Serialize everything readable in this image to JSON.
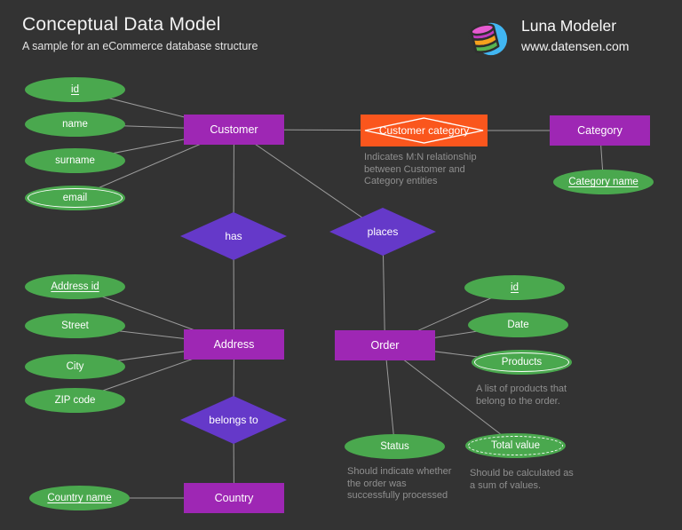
{
  "header": {
    "title": "Conceptual Data Model",
    "subtitle": "A sample for an eCommerce database structure",
    "brand": {
      "name": "Luna Modeler",
      "url": "www.datensen.com",
      "logo_icon": "luna-database-logo"
    }
  },
  "colors": {
    "background": "#333333",
    "entity": "#9e27b4",
    "relationship": "#6539c9",
    "associative": "#fa561d",
    "attribute": "#4aa84e",
    "connector": "#9c9c9c",
    "note_text": "#8f8f8f"
  },
  "diagram": {
    "entities": [
      {
        "id": "customer",
        "label": "Customer"
      },
      {
        "id": "category",
        "label": "Category"
      },
      {
        "id": "address",
        "label": "Address"
      },
      {
        "id": "order",
        "label": "Order"
      },
      {
        "id": "country",
        "label": "Country"
      }
    ],
    "relationships": [
      {
        "id": "rel-has",
        "label": "has"
      },
      {
        "id": "rel-places",
        "label": "places"
      },
      {
        "id": "rel-belongs-to",
        "label": "belongs to"
      }
    ],
    "associative_entity": {
      "id": "customer-category",
      "label": "Customer category"
    },
    "attributes": [
      {
        "id": "cust-id",
        "label": "id",
        "key": true
      },
      {
        "id": "cust-name",
        "label": "name"
      },
      {
        "id": "cust-surname",
        "label": "surname"
      },
      {
        "id": "cust-email",
        "label": "email",
        "style": "double-outline"
      },
      {
        "id": "category-name",
        "label": "Category name",
        "key": true
      },
      {
        "id": "address-id",
        "label": "Address id",
        "key": true
      },
      {
        "id": "street",
        "label": "Street"
      },
      {
        "id": "city",
        "label": "City"
      },
      {
        "id": "zip-code",
        "label": "ZIP code"
      },
      {
        "id": "order-id",
        "label": "id",
        "key": true
      },
      {
        "id": "order-date",
        "label": "Date"
      },
      {
        "id": "order-products",
        "label": "Products",
        "style": "double-outline"
      },
      {
        "id": "order-status",
        "label": "Status"
      },
      {
        "id": "order-total",
        "label": "Total value",
        "style": "dashed-outline"
      },
      {
        "id": "country-name",
        "label": "Country name",
        "key": true
      }
    ],
    "notes": [
      {
        "text": "Indicates M:N relationship\nbetween Customer and\nCategory entities"
      },
      {
        "text": "A list of products that\nbelong to the order."
      },
      {
        "text": "Should indicate whether\nthe order was\nsuccessfully processed"
      },
      {
        "text": "Should be calculated as\na sum of values."
      }
    ],
    "edges": [
      {
        "from": "cust-id",
        "to": "customer"
      },
      {
        "from": "cust-name",
        "to": "customer"
      },
      {
        "from": "cust-surname",
        "to": "customer"
      },
      {
        "from": "cust-email",
        "to": "customer"
      },
      {
        "from": "customer",
        "to": "customer-category"
      },
      {
        "from": "customer-category",
        "to": "category"
      },
      {
        "from": "category",
        "to": "category-name"
      },
      {
        "from": "customer",
        "to": "rel-has"
      },
      {
        "from": "rel-has",
        "to": "address"
      },
      {
        "from": "customer",
        "to": "rel-places"
      },
      {
        "from": "rel-places",
        "to": "order"
      },
      {
        "from": "address-id",
        "to": "address"
      },
      {
        "from": "street",
        "to": "address"
      },
      {
        "from": "city",
        "to": "address"
      },
      {
        "from": "zip-code",
        "to": "address"
      },
      {
        "from": "address",
        "to": "rel-belongs-to"
      },
      {
        "from": "rel-belongs-to",
        "to": "country"
      },
      {
        "from": "country-name",
        "to": "country"
      },
      {
        "from": "order",
        "to": "order-id"
      },
      {
        "from": "order",
        "to": "order-date"
      },
      {
        "from": "order",
        "to": "order-products"
      },
      {
        "from": "order",
        "to": "order-status"
      },
      {
        "from": "order",
        "to": "order-total"
      }
    ]
  }
}
